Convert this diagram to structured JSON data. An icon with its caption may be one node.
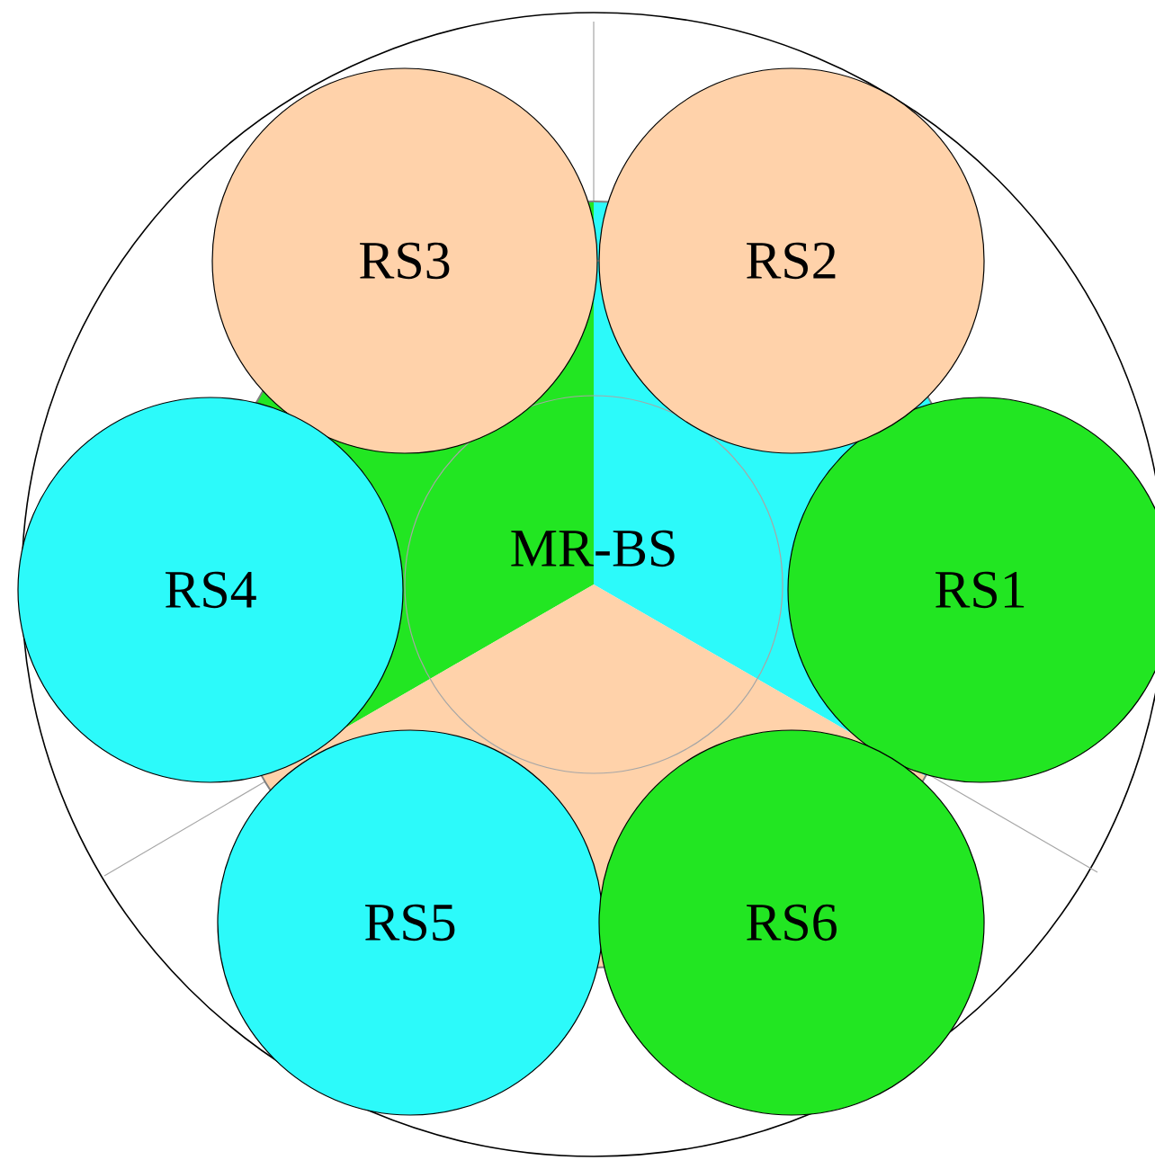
{
  "diagram": {
    "nodes": [
      {
        "text": [
          "MR-BS"
        ]
      },
      {
        "text": [
          "RS1"
        ]
      },
      {
        "text": [
          "RS2"
        ]
      },
      {
        "text": [
          "RS3"
        ]
      },
      {
        "text": [
          "RS4"
        ]
      },
      {
        "text": [
          "RS5"
        ]
      },
      {
        "text": [
          "RS6"
        ]
      }
    ]
  }
}
